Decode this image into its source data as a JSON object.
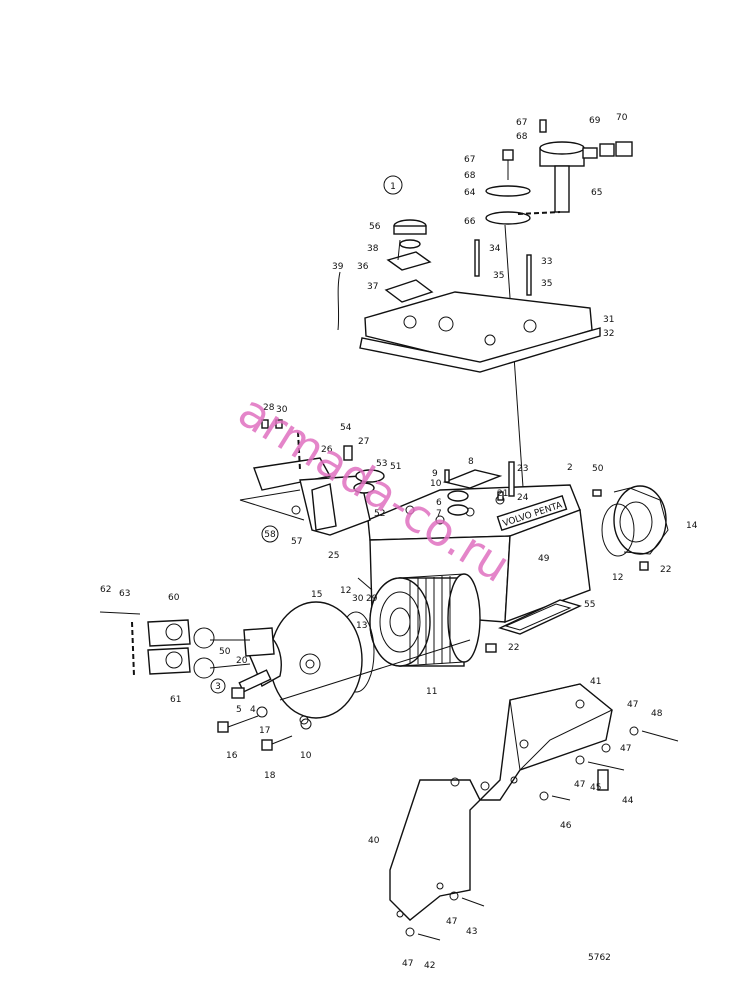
{
  "drawing_number": "5762",
  "watermark": "armada-co.ru",
  "group_markers": [
    "1",
    "3"
  ],
  "brand_plate": "VOLVO PENTA",
  "labels": [
    "67",
    "68",
    "69",
    "70",
    "67",
    "68",
    "64",
    "65",
    "66",
    "56",
    "38",
    "34",
    "33",
    "36",
    "35",
    "35",
    "39",
    "37",
    "31",
    "32",
    "28",
    "30",
    "54",
    "27",
    "26",
    "8",
    "23",
    "2",
    "50",
    "53",
    "9",
    "51",
    "10",
    "21",
    "24",
    "6",
    "7",
    "52",
    "58",
    "57",
    "25",
    "49",
    "14",
    "12",
    "22",
    "62",
    "63",
    "60",
    "15",
    "12",
    "30",
    "29",
    "13",
    "55",
    "50",
    "22",
    "20",
    "61",
    "11",
    "41",
    "47",
    "48",
    "47",
    "5",
    "4",
    "17",
    "45",
    "44",
    "16",
    "18",
    "10",
    "47",
    "46",
    "40",
    "47",
    "43",
    "47",
    "42"
  ],
  "colors": {
    "ink": "#111111",
    "watermark": "#e070c0",
    "paper": "#ffffff"
  }
}
